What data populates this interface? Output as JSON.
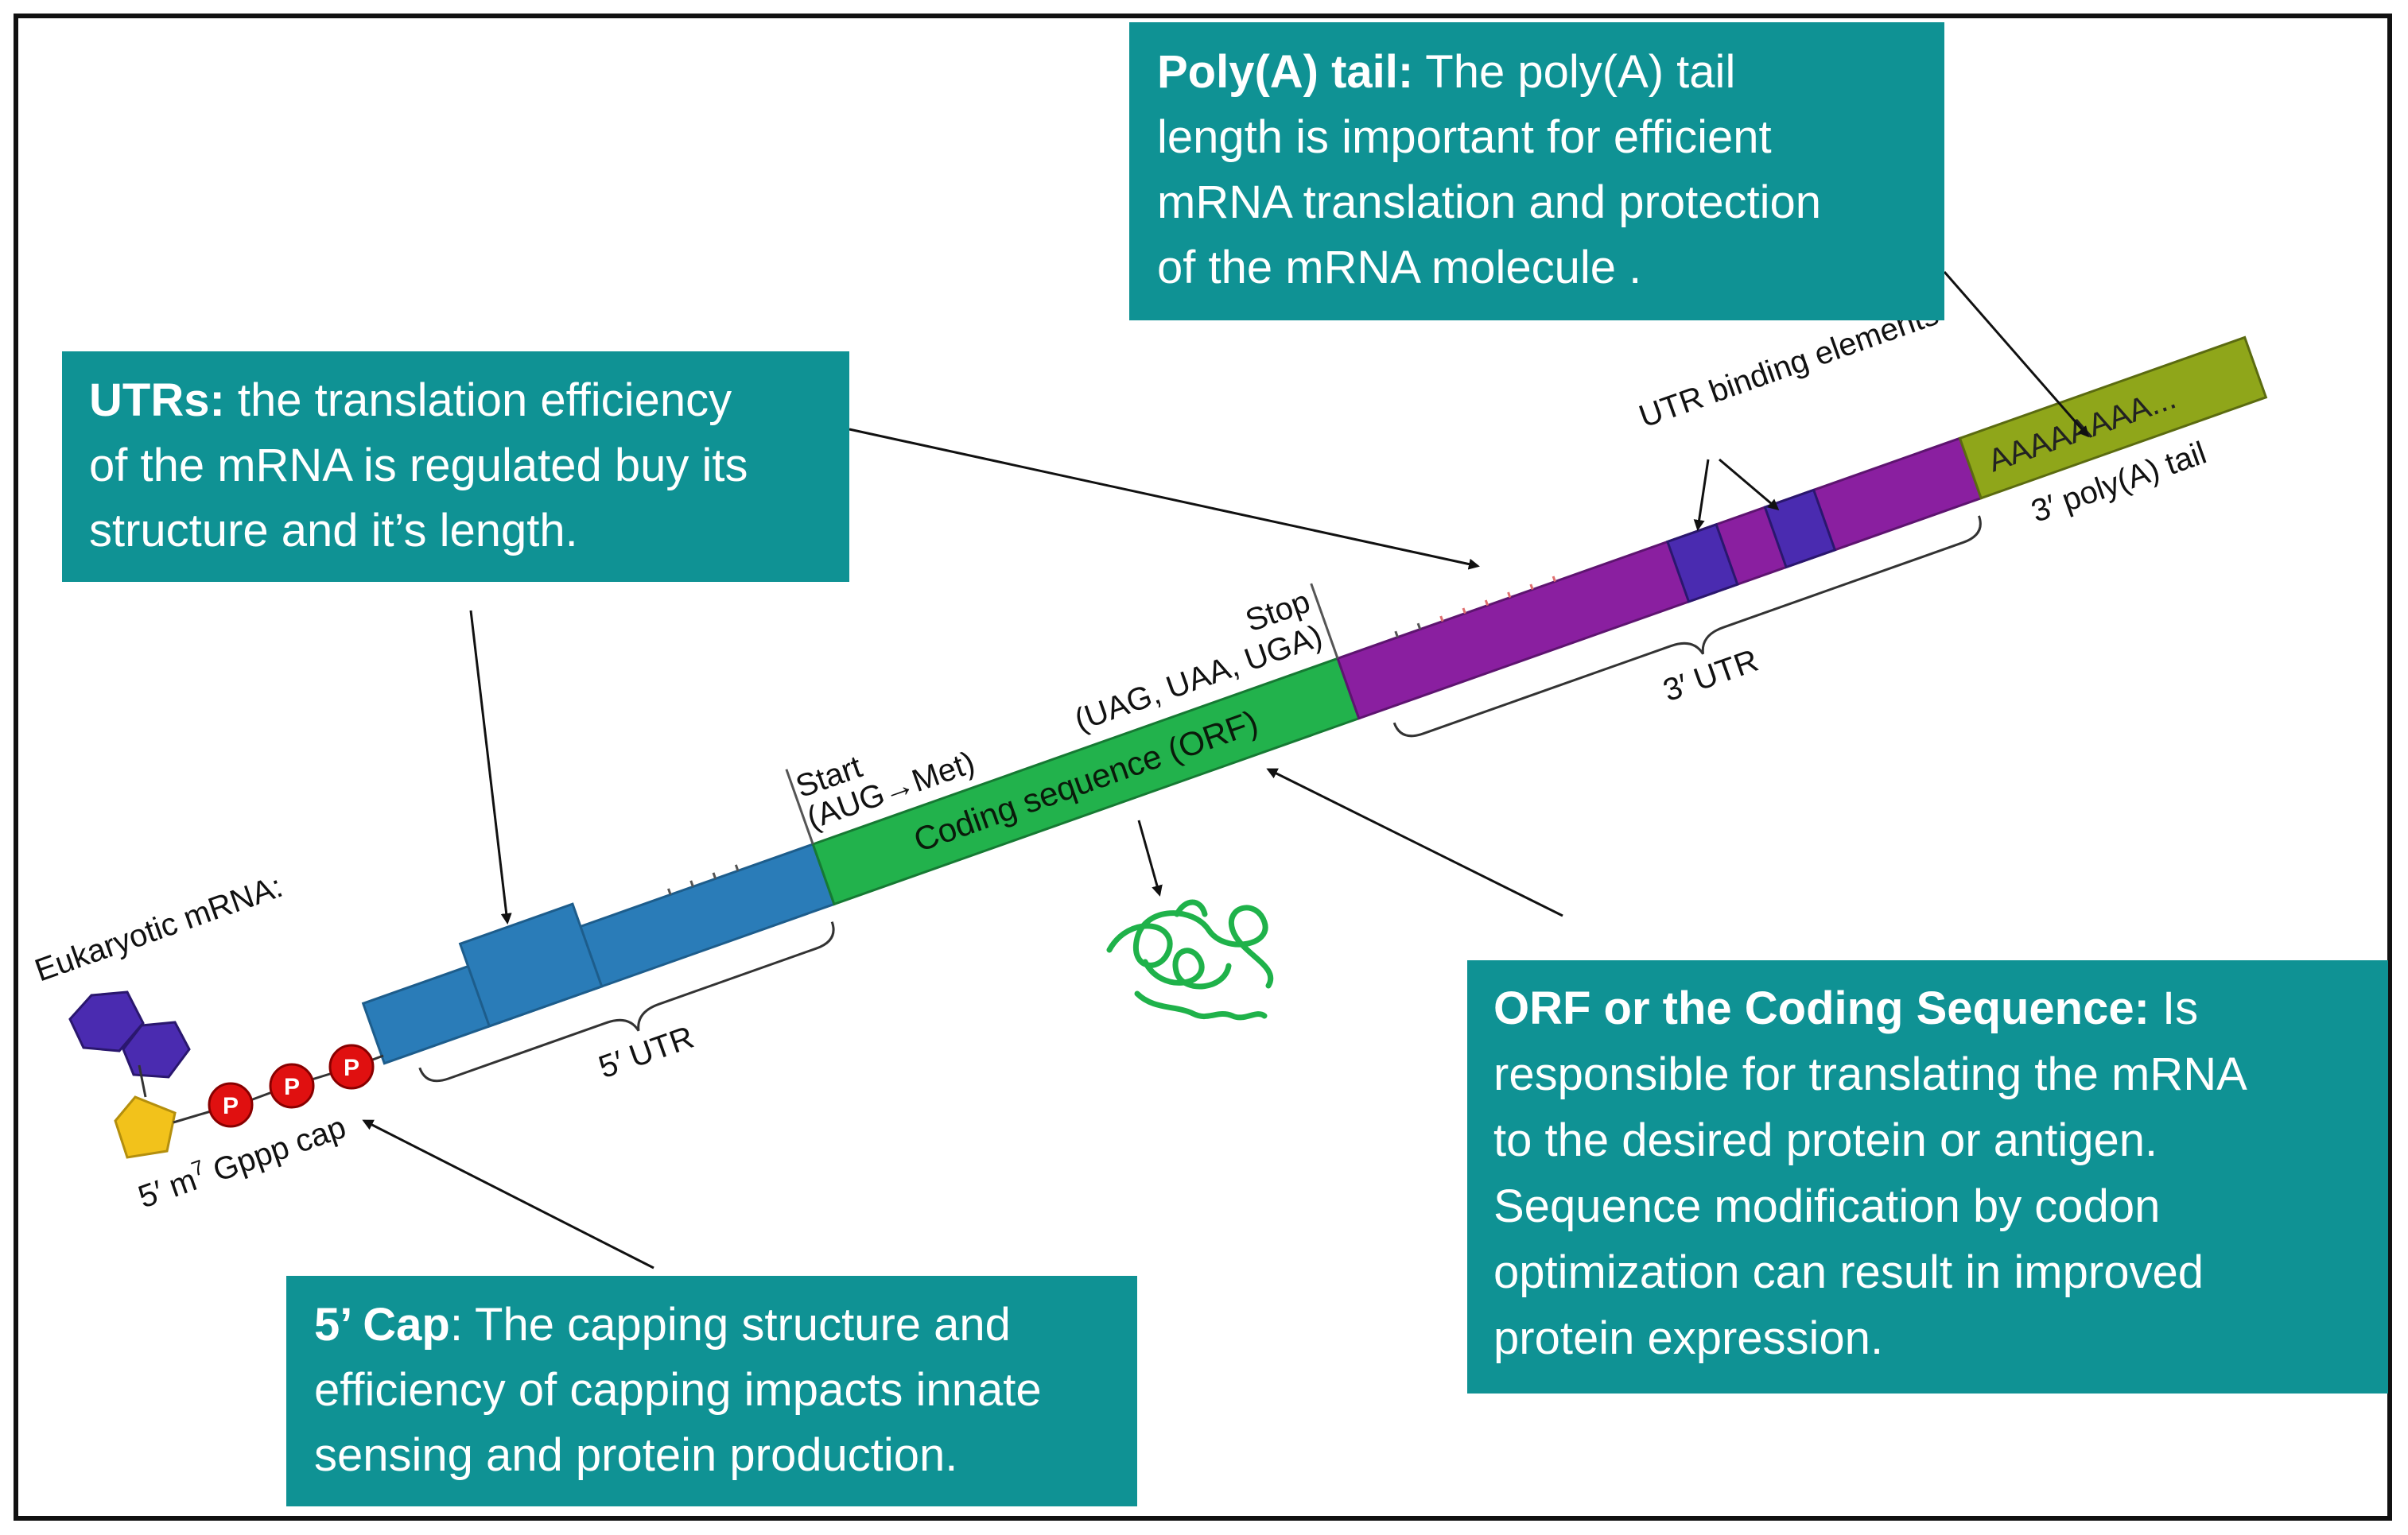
{
  "diagram": {
    "organism_label": "Eukaryotic mRNA:",
    "cap_label": "5′ m",
    "cap_label_sup": "7",
    "cap_label_rest": " Gppp cap",
    "phosphate_label": "P",
    "utr5_label": "5′ UTR",
    "start_label_line1": "Start",
    "start_label_line2": "(AUG→Met)",
    "stop_label_line1": "Stop",
    "stop_label_line2": "(UAG, UAA, UGA)",
    "orf_label": "Coding sequence (ORF)",
    "utr3_label": "3′ UTR",
    "utr_binding_label": "UTR binding elements",
    "polya_sequence": "AAAAAAAA...",
    "polya_label": "3′ poly(A) tail"
  },
  "callouts": {
    "polya": {
      "title": "Poly(A) tail:",
      "line1_rest": " The poly(A) tail",
      "line2": "length is important for efficient",
      "line3": "mRNA translation and protection",
      "line4": "of the mRNA molecule ."
    },
    "utrs": {
      "title": "UTRs:",
      "line1_rest": " the translation efficiency",
      "line2": "of the mRNA is regulated buy its",
      "line3": "structure and it’s length."
    },
    "orf": {
      "title": "ORF or the Coding Sequence:",
      "line1_rest": " Is",
      "line2": "responsible for translating the mRNA",
      "line3": "to the desired protein or antigen.",
      "line4": "Sequence modification by codon",
      "line5": "optimization can result in improved",
      "line6": "protein expression."
    },
    "cap": {
      "title": "5’ Cap",
      "line1_rest": ": The capping structure and",
      "line2": "efficiency of capping impacts innate",
      "line3": "sensing and protein production."
    }
  },
  "colors": {
    "callout_bg": "#0f9294",
    "utr5": "#2a7cb8",
    "orf": "#22b24c",
    "utr3": "#8a1fa0",
    "binding_element": "#4a2bb0",
    "polya": "#8fa61a",
    "phosphate": "#e01010",
    "cap_hexagon": "#4a2bb0",
    "cap_pentagon": "#f2c21b",
    "protein": "#1fb24a"
  }
}
